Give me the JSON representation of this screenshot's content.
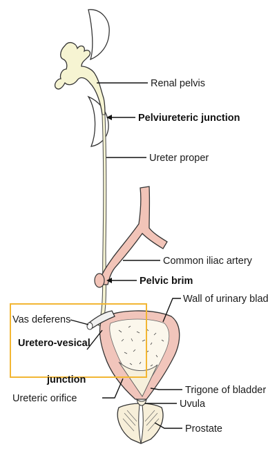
{
  "labels": {
    "renal_pelvis": "Renal pelvis",
    "pelviureteric_junction": "Pelviureteric junction",
    "ureter_proper": "Ureter proper",
    "common_iliac_artery": "Common iliac artery",
    "pelvic_brim": "Pelvic brim",
    "wall_of_urinary_bladder": "Wall of urinary bladder",
    "vas_deferens": "Vas deferens",
    "uretero_vesical_line1": "Uretero-vesical",
    "uretero_vesical_line2": "junction",
    "ureteric_orifice": "Ureteric orifice",
    "trigone_of_bladder": "Trigone of bladder",
    "uvula": "Uvula",
    "prostate": "Prostate"
  },
  "colors": {
    "kidney_outline": "#888888",
    "ureter_fill": "#f6f4d2",
    "artery_fill": "#f2c4b8",
    "bladder_wall": "#f1c5bb",
    "bladder_inner": "#fbf7ec",
    "highlight_box": "#f2b632",
    "prostate_fill": "#f7efd9"
  }
}
